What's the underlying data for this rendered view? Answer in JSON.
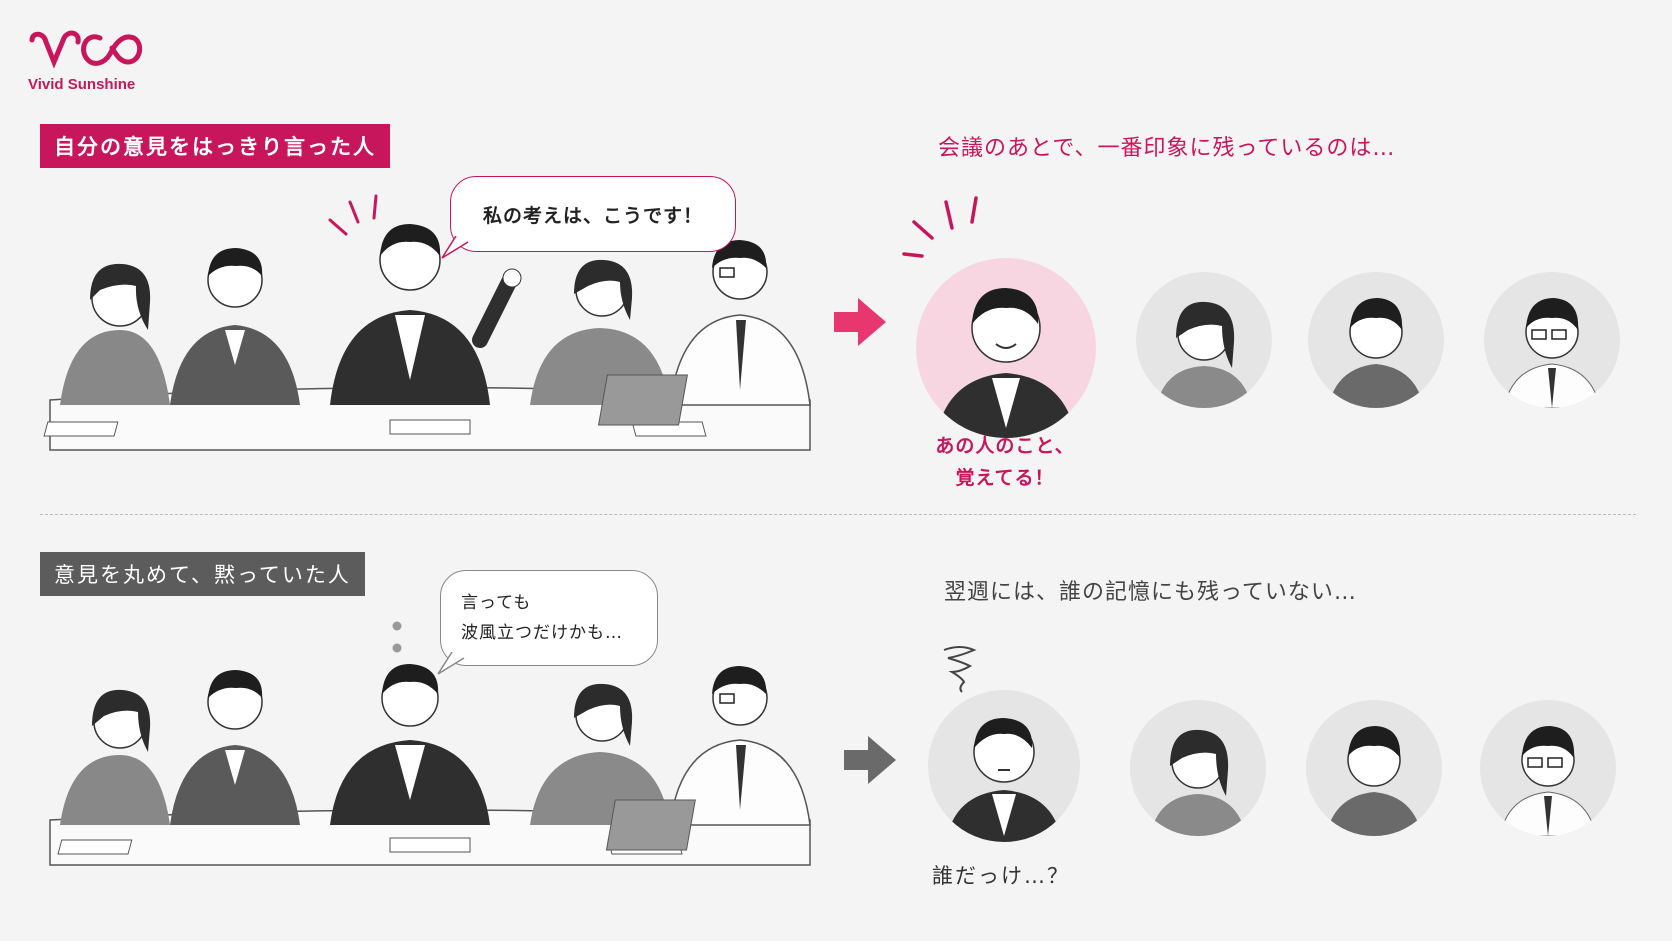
{
  "brand": {
    "name": "Vivid Sunshine",
    "color": "#c8165c"
  },
  "top": {
    "label": "自分の意見をはっきり言った人",
    "speech": "私の考えは、こうです！",
    "heading": "会議のあとで、一番印象に残っているのは…",
    "caption_line1": "あの人のこと、",
    "caption_line2": "覚えてる！"
  },
  "bottom": {
    "label": "意見を丸めて、黙っていた人",
    "speech_line1": "言っても",
    "speech_line2": "波風立つだけかも…",
    "heading": "翌週には、誰の記憶にも残っていない…",
    "caption": "誰だっけ…？"
  },
  "colors": {
    "accent": "#c8165c",
    "muted": "#5c5c5c",
    "background": "#f4f4f4"
  }
}
